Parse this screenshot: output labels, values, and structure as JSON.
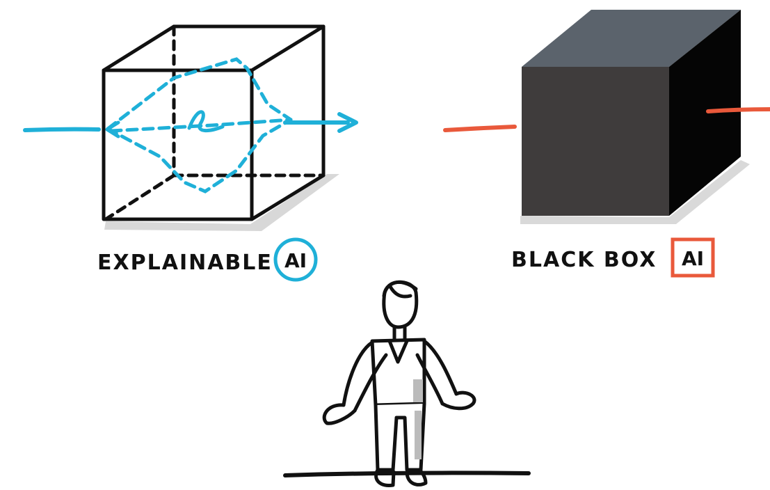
{
  "explainable": {
    "label": "EXPLAINABLE",
    "badge": "AI",
    "accent": "#1fb0d8"
  },
  "blackbox": {
    "label": "BLACK BOX",
    "badge": "AI",
    "accent": "#e9593b"
  },
  "colors": {
    "ink": "#111111",
    "box_front": "#3f3c3c",
    "box_top": "#5b636c",
    "box_side": "#050505",
    "shadow": "#d9d9d9"
  },
  "icons": [
    "transparent-cube-icon",
    "black-box-cube-icon",
    "person-shrugging-icon"
  ]
}
